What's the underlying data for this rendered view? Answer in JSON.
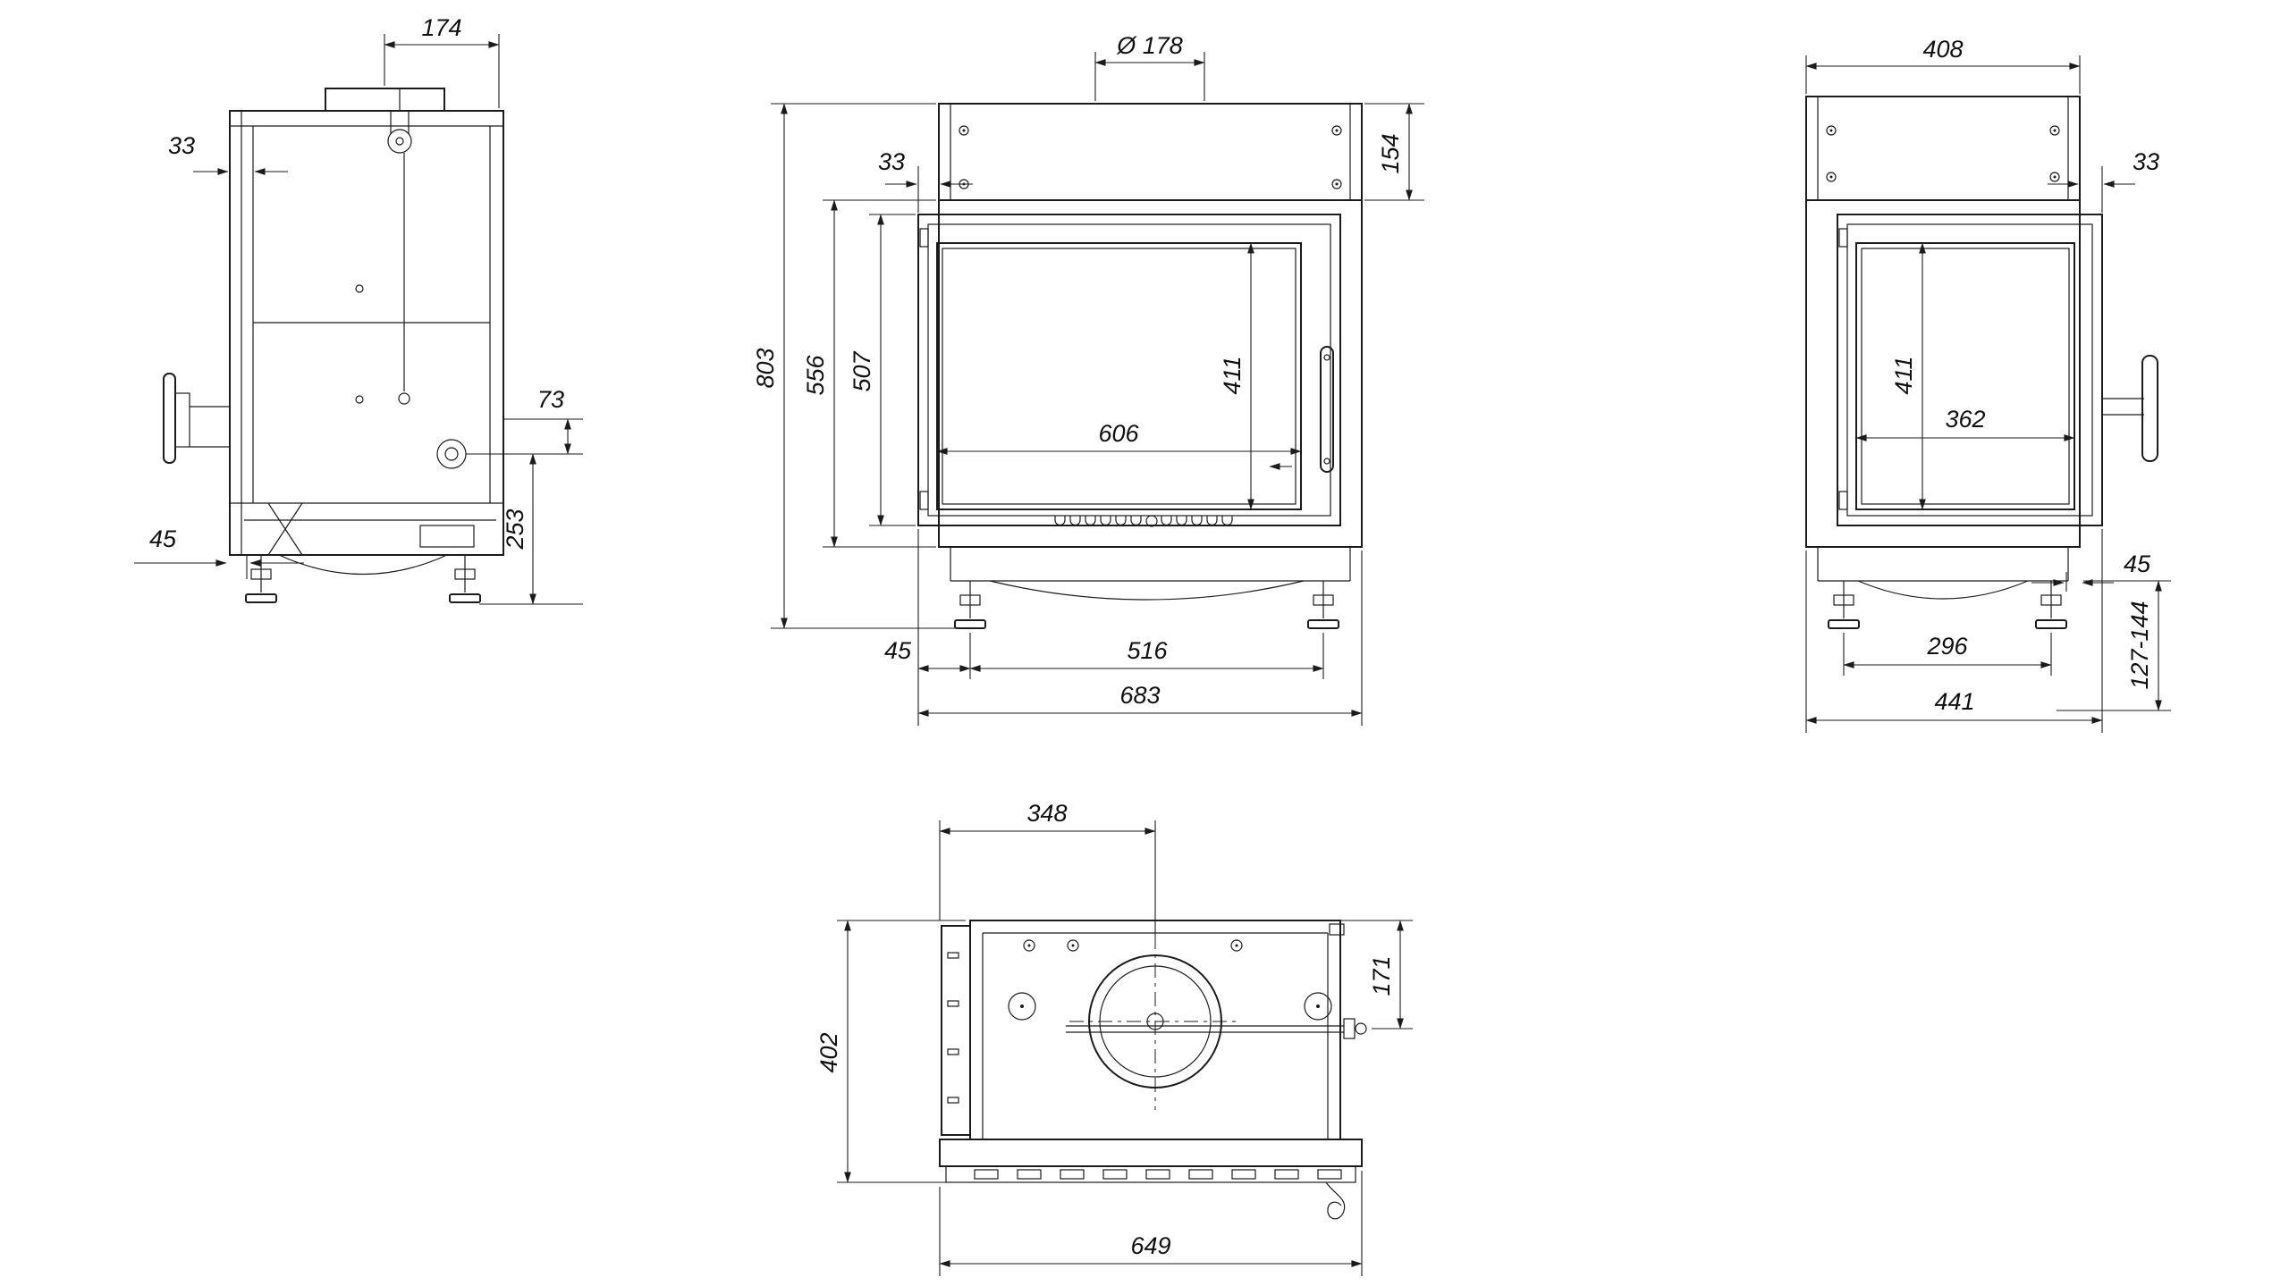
{
  "drawing_type": "technical-dimension-drawing",
  "views": {
    "side_left": {
      "d174": "174",
      "d33": "33",
      "d73": "73",
      "d253": "253",
      "d45": "45"
    },
    "front": {
      "d178": "Ø 178",
      "d154": "154",
      "d33": "33",
      "d803": "803",
      "d556": "556",
      "d507": "507",
      "d411": "411",
      "d606": "606",
      "d45": "45",
      "d516": "516",
      "d683": "683"
    },
    "side_right": {
      "d408": "408",
      "d33": "33",
      "d411": "411",
      "d362": "362",
      "d45": "45",
      "d296": "296",
      "d441": "441",
      "d127_144": "127-144"
    },
    "top": {
      "d348": "348",
      "d402": "402",
      "d171": "171",
      "d649": "649"
    }
  }
}
